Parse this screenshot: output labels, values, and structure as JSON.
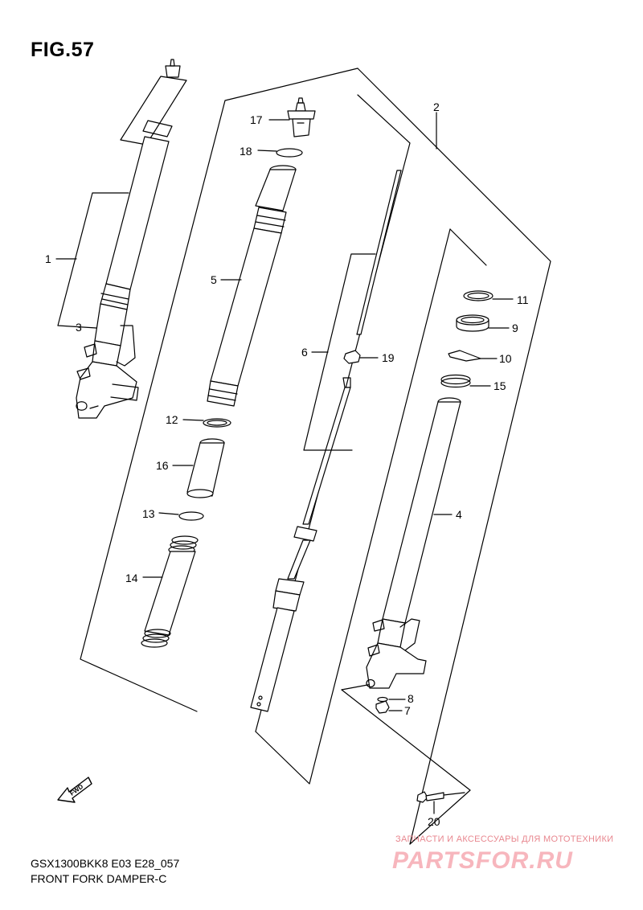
{
  "figure": {
    "title": "FIG.57",
    "caption_model": "GSX1300BKK8 E03 E28_057",
    "caption_name": "FRONT FORK DAMPER-C"
  },
  "callouts": [
    {
      "id": "c1",
      "label": "1"
    },
    {
      "id": "c2",
      "label": "2"
    },
    {
      "id": "c3",
      "label": "3"
    },
    {
      "id": "c4",
      "label": "4"
    },
    {
      "id": "c5",
      "label": "5"
    },
    {
      "id": "c6",
      "label": "6"
    },
    {
      "id": "c7",
      "label": "7"
    },
    {
      "id": "c8",
      "label": "8"
    },
    {
      "id": "c9",
      "label": "9"
    },
    {
      "id": "c10",
      "label": "10"
    },
    {
      "id": "c11",
      "label": "11"
    },
    {
      "id": "c12",
      "label": "12"
    },
    {
      "id": "c13",
      "label": "13"
    },
    {
      "id": "c14",
      "label": "14"
    },
    {
      "id": "c15",
      "label": "15"
    },
    {
      "id": "c16",
      "label": "16"
    },
    {
      "id": "c17",
      "label": "17"
    },
    {
      "id": "c18",
      "label": "18"
    },
    {
      "id": "c19",
      "label": "19"
    },
    {
      "id": "c20",
      "label": "20"
    }
  ],
  "direction_arrow": {
    "label": "FWD",
    "icon": "fwd-arrow-icon"
  },
  "watermark": {
    "tagline": "ЗАПЧАСТИ И АКСЕССУАРЫ ДЛЯ МОТОТЕХНИКИ",
    "logo": "PARTSFOR.RU",
    "color": "#f7b6bd"
  }
}
